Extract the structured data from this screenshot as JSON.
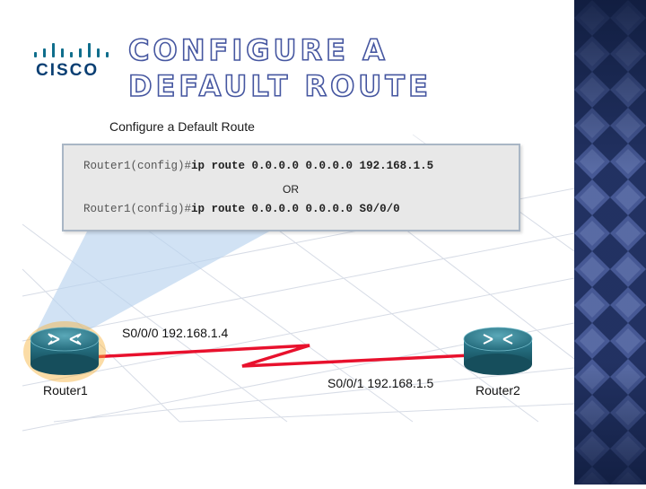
{
  "logo": {
    "wordmark": "CISCO",
    "color": "#0a3f73",
    "bars_color": "#0f6e8c"
  },
  "slide": {
    "title_line1": "CONFIGURE A",
    "title_line2": "DEFAULT ROUTE",
    "title_color": "#4556a0"
  },
  "figure": {
    "heading": "Configure a Default Route",
    "config": {
      "line1_prompt": "Router1(config)#",
      "line1_cmd": "ip route 0.0.0.0 0.0.0.0 192.168.1.5",
      "separator": "OR",
      "line2_prompt": "Router1(config)#",
      "line2_cmd": "ip route 0.0.0.0 0.0.0.0 S0/0/0"
    },
    "routers": {
      "router1": {
        "name": "Router1",
        "interface": "S0/0/0 192.168.1.4"
      },
      "router2": {
        "name": "Router2",
        "interface": "S0/0/1 192.168.1.5"
      }
    },
    "link_color": "#e8112d",
    "router_color": "#2d7f92",
    "highlight_color": "#f0a020"
  },
  "side_panel": {
    "color": "#1d2b55"
  }
}
